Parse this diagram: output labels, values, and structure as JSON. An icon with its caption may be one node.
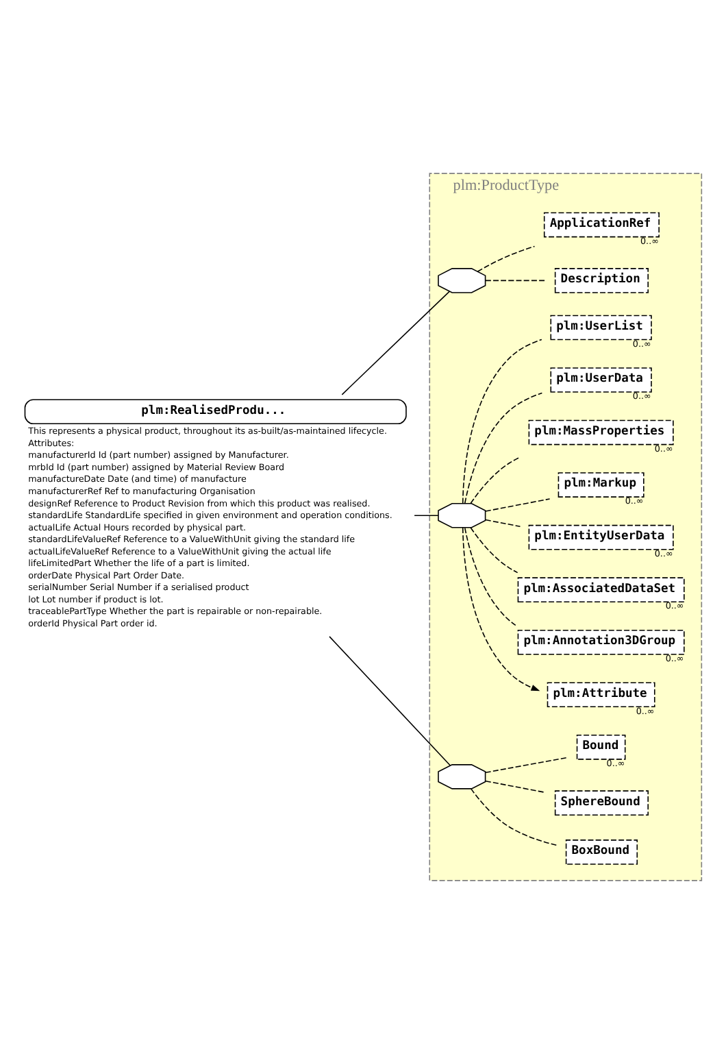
{
  "diagram": {
    "nodes": [
      {
        "text": [
          "plm:RealisedProdu..."
        ],
        "beside": [
          "This represents a physical product, throughout its as-built/as-maintained lifecycle.",
          "Attributes:",
          "manufacturerId Id (part number) assigned by Manufacturer.",
          "mrbId Id (part number) assigned by Material Review Board",
          "manufactureDate Date (and time) of manufacture",
          "manufacturerRef Ref to manufacturing Organisation",
          "designRef Reference to Product Revision from which this product was realised.",
          "standardLife StandardLife specified in given environment and operation conditions.",
          "actualLife Actual Hours recorded by physical part.",
          "standardLifeValueRef Reference to a ValueWithUnit giving the standard life",
          "actualLifeValueRef Reference to a ValueWithUnit giving the actual life",
          "lifeLimitedPart Whether the life of a part is limited.",
          "orderDate Physical Part Order Date.",
          "serialNumber Serial Number if a serialised product",
          "lot Lot number if product is lot.",
          "traceablePartType Whether the part is repairable or non-repairable.",
          "orderId Physical Part order id."
        ]
      },
      {
        "text": [
          "plm:ProductType"
        ]
      },
      {
        "text": [],
        "shape": "octagon",
        "in": 1
      },
      {
        "text": [
          "Description"
        ],
        "in": 1
      },
      {
        "text": [
          "ApplicationRef"
        ],
        "beside": [
          "0..∞"
        ],
        "in": 1
      },
      {
        "text": [],
        "shape": "octagon",
        "in": 1
      },
      {
        "text": [
          "plm:Attribute"
        ],
        "beside": [
          "0..∞"
        ],
        "in": 1
      },
      {
        "text": [
          "plm:Annotation3DGroup"
        ],
        "beside": [
          "0..∞"
        ],
        "in": 1
      },
      {
        "text": [
          "plm:AssociatedDataSet"
        ],
        "beside": [
          "0..∞"
        ],
        "in": 1
      },
      {
        "text": [
          "plm:EntityUserData"
        ],
        "beside": [
          "0..∞"
        ],
        "in": 1
      },
      {
        "text": [
          "plm:Markup"
        ],
        "beside": [
          "0..∞"
        ],
        "in": 1
      },
      {
        "text": [
          "plm:MassProperties"
        ],
        "beside": [
          "0..∞"
        ],
        "in": 1
      },
      {
        "text": [
          "plm:UserData"
        ],
        "beside": [
          "0..∞"
        ],
        "in": 1
      },
      {
        "text": [
          "plm:UserList"
        ],
        "beside": [
          "0..∞"
        ],
        "in": 1
      },
      {
        "text": [],
        "shape": "octagon",
        "in": 1
      },
      {
        "text": [
          "BoxBound"
        ],
        "in": 1
      },
      {
        "text": [
          "SphereBound"
        ],
        "in": 1
      },
      {
        "text": [
          "Bound"
        ],
        "beside": [
          "0..∞"
        ],
        "in": 1
      }
    ],
    "edges": [
      {
        "from": 0,
        "to": 2,
        "arrow": "none"
      },
      {
        "from": 0,
        "to": 5,
        "arrow": "none"
      },
      {
        "from": 0,
        "to": 14,
        "arrow": "none"
      },
      {
        "from": 2,
        "to": 3,
        "arrow": "none",
        "style": "dashed"
      },
      {
        "from": 2,
        "to": 4,
        "arrow": "none",
        "style": "dashed"
      },
      {
        "from": 5,
        "to": 6,
        "arrow": "to",
        "style": "dashed"
      },
      {
        "from": 5,
        "to": 7,
        "arrow": "none",
        "style": "dashed"
      },
      {
        "from": 5,
        "to": 8,
        "arrow": "none",
        "style": "dashed"
      },
      {
        "from": 5,
        "to": 9,
        "arrow": "none",
        "style": "dashed"
      },
      {
        "from": 5,
        "to": 10,
        "arrow": "none",
        "style": "dashed"
      },
      {
        "from": 5,
        "to": 11,
        "arrow": "none",
        "style": "dashed"
      },
      {
        "from": 5,
        "to": 12,
        "arrow": "none",
        "style": "dashed"
      },
      {
        "from": 5,
        "to": 13,
        "arrow": "none",
        "style": "dashed"
      },
      {
        "from": 14,
        "to": 15,
        "arrow": "none",
        "style": "dashed"
      },
      {
        "from": 14,
        "to": 16,
        "arrow": "none",
        "style": "dashed"
      },
      {
        "from": 14,
        "to": 17,
        "arrow": "none",
        "style": "dashed"
      }
    ]
  }
}
